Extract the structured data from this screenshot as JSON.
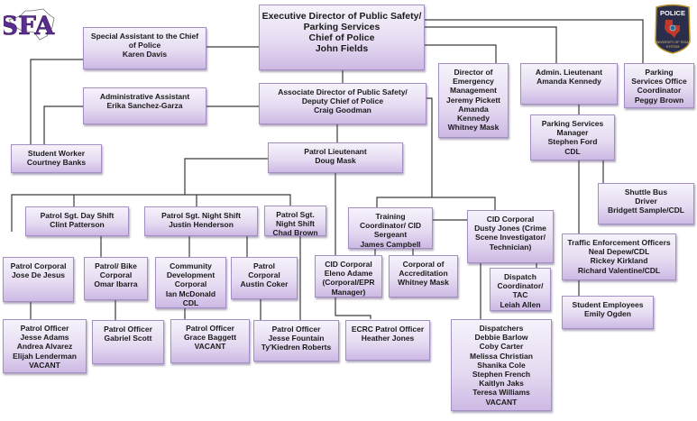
{
  "logos": {
    "left": {
      "text": "SFA",
      "name": "sfa-logo"
    },
    "right": {
      "top": "POLICE",
      "bottom1": "UNIVERSITY OF TEXAS",
      "bottom2": "SYSTEM",
      "name": "police-badge"
    }
  },
  "colors": {
    "box_top": "#f6f2fb",
    "box_bottom": "#cdb9e4",
    "border": "#a48fc4",
    "line": "#3a3a3a",
    "logo_purple": "#5b2d8e"
  },
  "boxes": {
    "chief": [
      "Executive Director of Public Safety/",
      "Parking Services",
      "Chief of Police",
      "John Fields"
    ],
    "special_assistant": [
      "Special Assistant to the Chief",
      "of Police",
      "Karen Davis"
    ],
    "admin_assistant": [
      "Administrative Assistant",
      "Erika Sanchez-Garza"
    ],
    "student_worker": [
      "Student Worker",
      "Courtney Banks"
    ],
    "associate_director": [
      "Associate Director of Public Safety/",
      "Deputy Chief of Police",
      "Craig Goodman"
    ],
    "emergency_mgmt": [
      "Director of",
      "Emergency",
      "Management",
      "Jeremy Pickett",
      "Amanda",
      "Kennedy",
      "Whitney Mask"
    ],
    "admin_lieutenant": [
      "Admin. Lieutenant",
      "Amanda Kennedy"
    ],
    "parking_coordinator": [
      "Parking",
      "Services Office",
      "Coordinator",
      "Peggy Brown"
    ],
    "parking_manager": [
      "Parking Services",
      "Manager",
      "Stephen Ford",
      "CDL"
    ],
    "shuttle_driver": [
      "Shuttle Bus",
      "Driver",
      "Bridgett Sample/CDL"
    ],
    "traffic_officers": [
      "Traffic Enforcement Officers",
      "Neal Depew/CDL",
      "Rickey Kirkland",
      "Richard Valentine/CDL"
    ],
    "student_employees": [
      "Student Employees",
      "Emily Ogden"
    ],
    "patrol_lieutenant": [
      "Patrol Lieutenant",
      "Doug Mask"
    ],
    "sgt_day": [
      "Patrol Sgt. Day Shift",
      "Clint Patterson"
    ],
    "sgt_night_henderson": [
      "Patrol Sgt. Night Shift",
      "Justin Henderson"
    ],
    "sgt_night_brown": [
      "Patrol Sgt.",
      "Night Shift",
      "Chad Brown"
    ],
    "training_coordinator": [
      "Training",
      "Coordinator/ CID",
      "Sergeant",
      "James Campbell"
    ],
    "cid_corporal_jones": [
      "CID Corporal",
      "Dusty Jones (Crime",
      "Scene Investigator/",
      "Technician)"
    ],
    "corporal_de_jesus": [
      "Patrol Corporal",
      "Jose De Jesus"
    ],
    "bike_corporal": [
      "Patrol/ Bike",
      "Corporal",
      "Omar Ibarra"
    ],
    "community_corporal": [
      "Community",
      "Development",
      "Corporal",
      "Ian McDonald",
      "CDL"
    ],
    "corporal_coker": [
      "Patrol",
      "Corporal",
      "Austin Coker"
    ],
    "cid_corporal_adame": [
      "CID Corporal",
      "Eleno Adame",
      "(Corporal/EPR",
      "Manager)"
    ],
    "corporal_accreditation": [
      "Corporal of",
      "Accreditation",
      "Whitney Mask"
    ],
    "dispatch_coordinator": [
      "Dispatch",
      "Coordinator/",
      "TAC",
      "Leiah Allen"
    ],
    "officers_adams": [
      "Patrol Officer",
      "Jesse Adams",
      "Andrea Alvarez",
      "Elijah Lenderman",
      "VACANT"
    ],
    "officer_scott": [
      "Patrol Officer",
      "Gabriel Scott"
    ],
    "officer_baggett": [
      "Patrol Officer",
      "Grace Baggett",
      "VACANT"
    ],
    "officers_fountain": [
      "Patrol Officer",
      "Jesse Fountain",
      "Ty'Kiedren Roberts"
    ],
    "ecrc_officer": [
      "ECRC Patrol Officer",
      "Heather Jones"
    ],
    "dispatchers": [
      "Dispatchers",
      "Debbie Barlow",
      "Coby Carter",
      "Melissa Christian",
      "Shanika Cole",
      "Stephen French",
      "Kaitlyn Jaks",
      "Teresa Williams",
      "VACANT"
    ]
  }
}
